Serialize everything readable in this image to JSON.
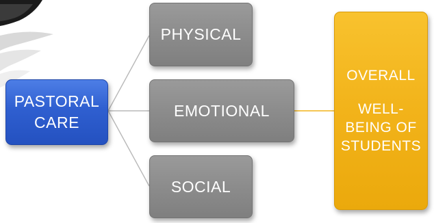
{
  "diagram": {
    "source_box": {
      "lines": [
        "PASTORAL",
        "CARE"
      ],
      "color": "#2f5fd0"
    },
    "branches": [
      {
        "id": "physical",
        "label": "PHYSICAL",
        "color": "#8c8c8c"
      },
      {
        "id": "emotional",
        "label": "EMOTIONAL",
        "color": "#8c8c8c"
      },
      {
        "id": "social",
        "label": "SOCIAL",
        "color": "#8c8c8c"
      }
    ],
    "target_box": {
      "lines": [
        "OVERALL",
        "WELL-",
        "BEING OF",
        "STUDENTS"
      ],
      "color": "#f2b31a"
    },
    "connector_colors": {
      "tree": "#b8b8b8",
      "to_target": "#f2b31a"
    }
  }
}
